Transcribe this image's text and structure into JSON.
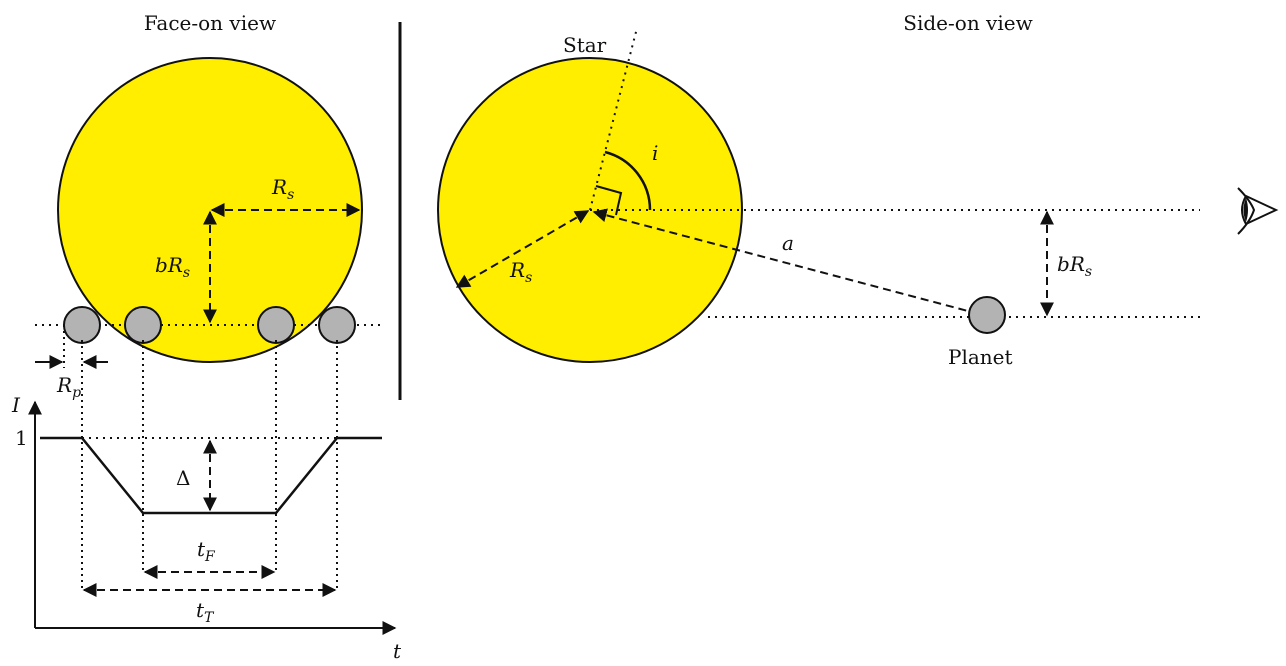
{
  "titles": {
    "face_on": "Face-on view",
    "side_on": "Side-on view"
  },
  "labels": {
    "star": "Star",
    "planet": "Planet",
    "rs_main": "R",
    "rs_sub": "s",
    "b": "b",
    "rp_main": "R",
    "rp_sub": "p",
    "inclination": "i",
    "semi_major": "a",
    "intensity_axis": "I",
    "time_axis": "t",
    "one": "1",
    "delta": "Δ",
    "tf_main": "t",
    "tf_sub": "F",
    "tt_main": "t",
    "tt_sub": "T"
  },
  "colors": {
    "star": "#ffee00",
    "planet": "#b3b3b3",
    "ink": "#111111"
  },
  "icons": {
    "observer": "eye-icon"
  }
}
